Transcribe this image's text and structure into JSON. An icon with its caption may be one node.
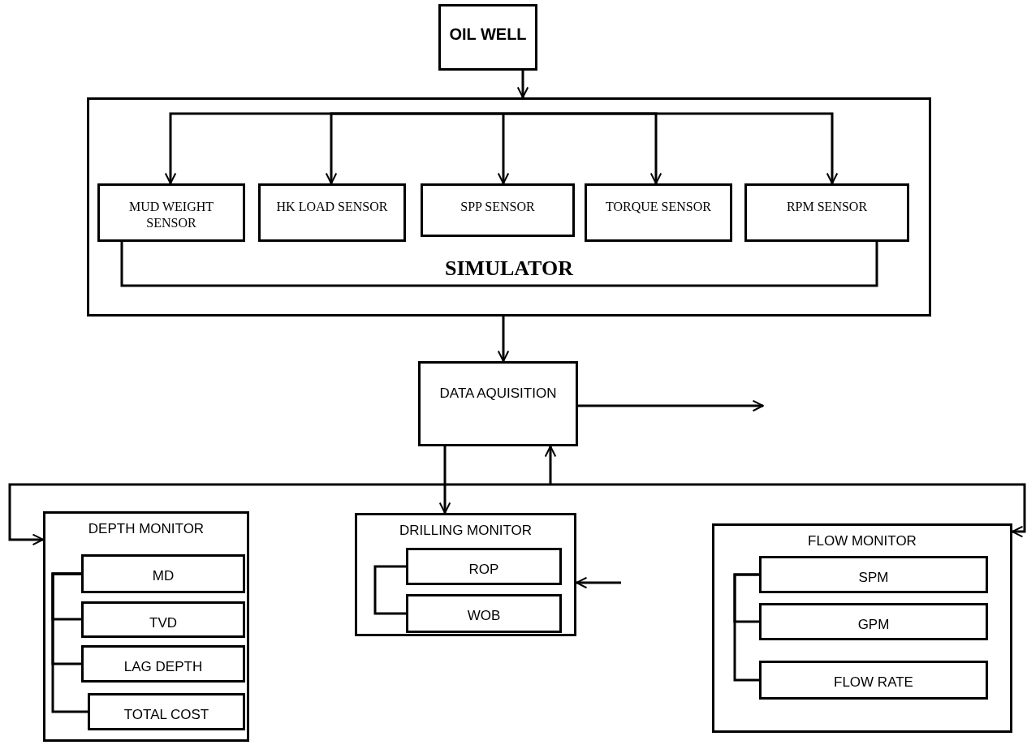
{
  "diagram": {
    "nodes": [
      {
        "text": [
          "OIL WELL"
        ]
      },
      {
        "text": [
          "SIMULATOR"
        ]
      },
      {
        "text": [
          "MUD WEIGHT SENSOR"
        ],
        "in": 1
      },
      {
        "text": [
          "HK LOAD SENSOR"
        ],
        "in": 1
      },
      {
        "text": [
          "SPP SENSOR"
        ],
        "in": 1
      },
      {
        "text": [
          "TORQUE SENSOR"
        ],
        "in": 1
      },
      {
        "text": [
          "RPM SENSOR"
        ],
        "in": 1
      },
      {
        "text": [
          "DATA AQUISITION"
        ]
      },
      {
        "text": [
          "DEPTH MONITOR"
        ]
      },
      {
        "text": [
          "MD"
        ],
        "in": 8
      },
      {
        "text": [
          "TVD"
        ],
        "in": 8
      },
      {
        "text": [
          "LAG DEPTH"
        ],
        "in": 8
      },
      {
        "text": [
          "TOTAL COST"
        ],
        "in": 8
      },
      {
        "text": [
          "DRILLING MONITOR"
        ]
      },
      {
        "text": [
          "ROP"
        ],
        "in": 13
      },
      {
        "text": [
          "WOB"
        ],
        "in": 13
      },
      {
        "text": [
          "FLOW MONITOR"
        ]
      },
      {
        "text": [
          "SPM"
        ],
        "in": 16
      },
      {
        "text": [
          "GPM"
        ],
        "in": 16
      },
      {
        "text": [
          "FLOW RATE"
        ],
        "in": 16
      }
    ],
    "edges": [
      {
        "from": 0,
        "to": 1,
        "arrow": "to"
      },
      {
        "from": null,
        "to": 2,
        "arrow": "to"
      },
      {
        "from": null,
        "to": 3,
        "arrow": "to"
      },
      {
        "from": null,
        "to": 4,
        "arrow": "to"
      },
      {
        "from": null,
        "to": 5,
        "arrow": "to"
      },
      {
        "from": null,
        "to": 6,
        "arrow": "to"
      },
      {
        "from": 2,
        "to": 6,
        "arrow": "none"
      },
      {
        "from": 1,
        "to": 7,
        "arrow": "to"
      },
      {
        "from": 7,
        "to": null,
        "arrow": "to"
      },
      {
        "from": 7,
        "to": 13,
        "arrow": "to"
      },
      {
        "from": null,
        "to": 7,
        "arrow": "to"
      },
      {
        "from": 8,
        "to": 16,
        "arrow": "both"
      },
      {
        "from": null,
        "to": 13,
        "arrow": "to"
      },
      {
        "from": 9,
        "to": 10,
        "arrow": "none"
      },
      {
        "from": 9,
        "to": 11,
        "arrow": "none"
      },
      {
        "from": 9,
        "to": 12,
        "arrow": "none"
      },
      {
        "from": 14,
        "to": 15,
        "arrow": "none"
      },
      {
        "from": 17,
        "to": 18,
        "arrow": "none"
      },
      {
        "from": 17,
        "to": 19,
        "arrow": "none"
      }
    ]
  }
}
